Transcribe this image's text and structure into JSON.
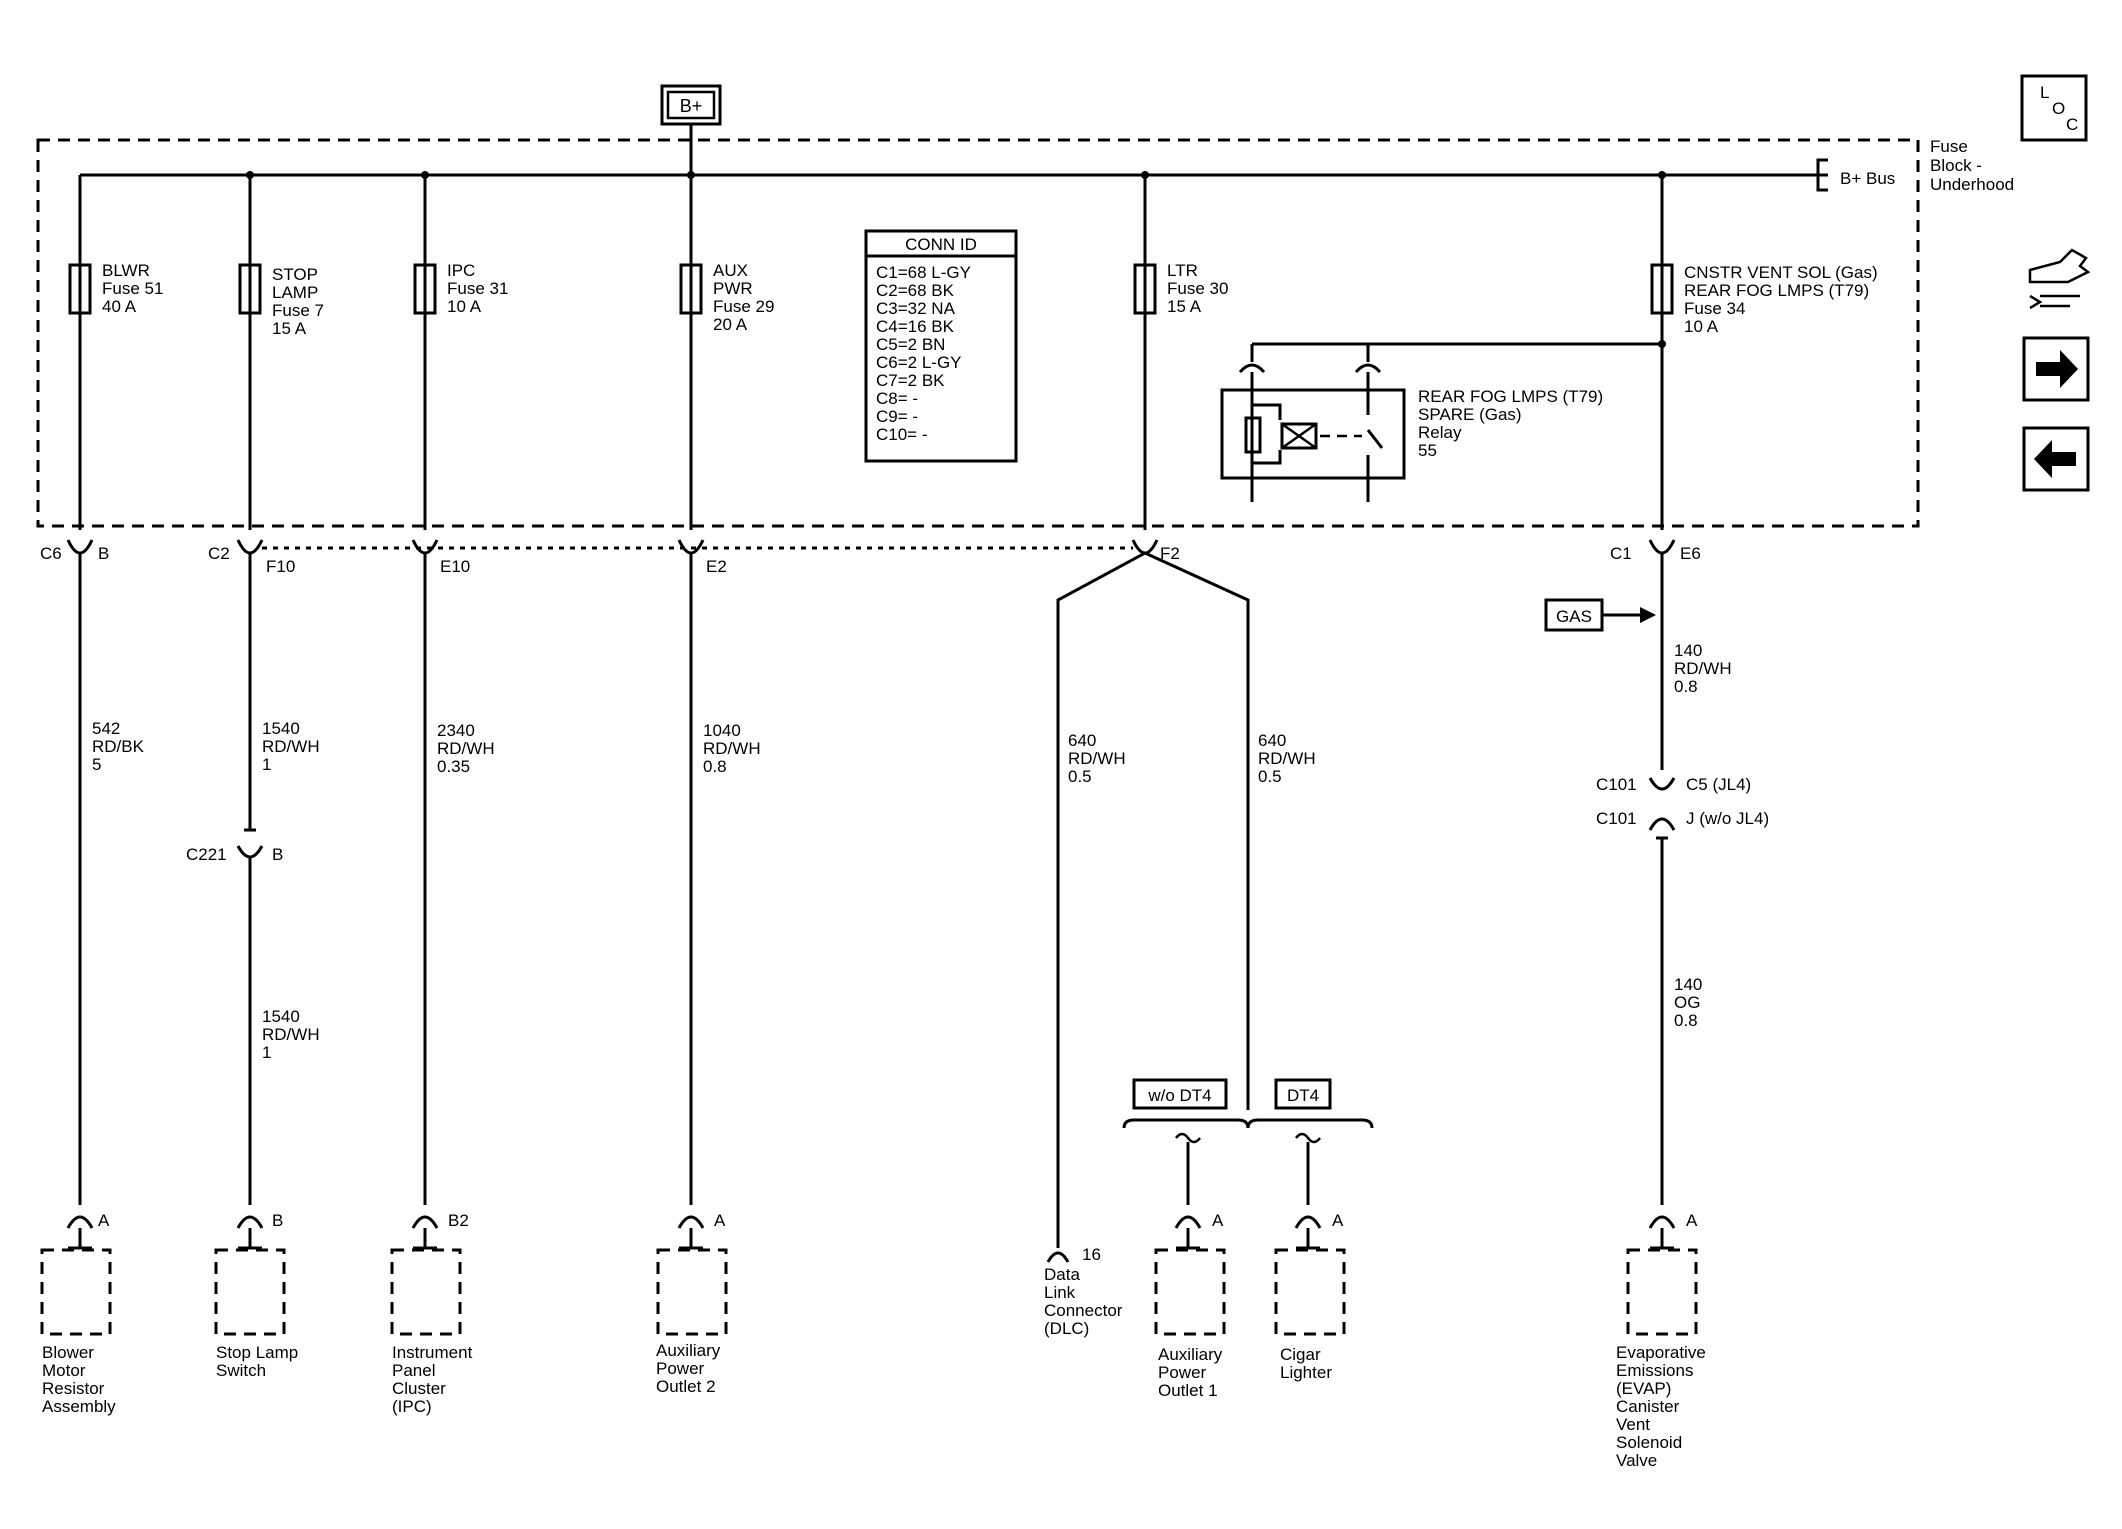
{
  "power": "B+",
  "fuse_block": {
    "lines": [
      "Fuse",
      "Block -",
      "Underhood"
    ],
    "bus": "B+ Bus"
  },
  "loc_icon": [
    "L",
    "O",
    "C"
  ],
  "fuses": [
    {
      "lines": [
        "BLWR",
        "Fuse 51",
        "40 A"
      ]
    },
    {
      "lines": [
        "STOP",
        "LAMP",
        "Fuse 7",
        "15 A"
      ]
    },
    {
      "lines": [
        "IPC",
        "Fuse 31",
        "10 A"
      ]
    },
    {
      "lines": [
        "AUX",
        "PWR",
        "Fuse 29",
        "20 A"
      ]
    },
    {
      "lines": [
        "LTR",
        "Fuse 30",
        "15 A"
      ]
    },
    {
      "lines": [
        "CNSTR VENT SOL (Gas)",
        "REAR FOG LMPS (T79)",
        "Fuse 34",
        "10 A"
      ]
    }
  ],
  "conn_id": {
    "title": "CONN ID",
    "rows": [
      "C1=68 L-GY",
      "C2=68 BK",
      "C3=32 NA",
      "C4=16 BK",
      "C5=2 BN",
      "C6=2 L-GY",
      "C7=2 BK",
      "C8= -",
      "C9= -",
      "C10= -"
    ]
  },
  "relay": {
    "lines": [
      "REAR FOG LMPS (T79)",
      "SPARE (Gas)",
      "Relay",
      "55"
    ]
  },
  "connectors": {
    "c6": "C6",
    "c6_pin": "B",
    "c2": "C2",
    "f10": "F10",
    "e10": "E10",
    "e2": "E2",
    "f2": "F2",
    "c1": "C1",
    "e6": "E6",
    "c221": "C221",
    "c221_pin": "B",
    "c101a": "C101",
    "c101a_pin": "C5 (JL4)",
    "c101b": "C101",
    "c101b_pin": "J (w/o JL4)"
  },
  "gas_tag": "GAS",
  "wires": [
    {
      "lines": [
        "542",
        "RD/BK",
        "5"
      ]
    },
    {
      "lines": [
        "1540",
        "RD/WH",
        "1"
      ]
    },
    {
      "lines": [
        "1540",
        "RD/WH",
        "1"
      ]
    },
    {
      "lines": [
        "2340",
        "RD/WH",
        "0.35"
      ]
    },
    {
      "lines": [
        "1040",
        "RD/WH",
        "0.8"
      ]
    },
    {
      "lines": [
        "640",
        "RD/WH",
        "0.5"
      ]
    },
    {
      "lines": [
        "640",
        "RD/WH",
        "0.5"
      ]
    },
    {
      "lines": [
        "140",
        "RD/WH",
        "0.8"
      ]
    },
    {
      "lines": [
        "140",
        "OG",
        "0.8"
      ]
    }
  ],
  "options": {
    "without": "w/o DT4",
    "with": "DT4"
  },
  "components": [
    {
      "pin": "A",
      "lines": [
        "Blower",
        "Motor",
        "Resistor",
        "Assembly"
      ]
    },
    {
      "pin": "B",
      "lines": [
        "Stop Lamp",
        "Switch"
      ]
    },
    {
      "pin": "B2",
      "lines": [
        "Instrument",
        "Panel",
        "Cluster",
        "(IPC)"
      ]
    },
    {
      "pin": "A",
      "lines": [
        "Auxiliary",
        "Power",
        "Outlet 2"
      ]
    },
    {
      "pin": "16",
      "lines": [
        "Data",
        "Link",
        "Connector",
        "(DLC)"
      ]
    },
    {
      "pin": "A",
      "lines": [
        "Auxiliary",
        "Power",
        "Outlet 1"
      ]
    },
    {
      "pin": "A",
      "lines": [
        "Cigar",
        "Lighter"
      ]
    },
    {
      "pin": "A",
      "lines": [
        "Evaporative",
        "Emissions",
        "(EVAP)",
        "Canister",
        "Vent",
        "Solenoid",
        "Valve"
      ]
    }
  ]
}
